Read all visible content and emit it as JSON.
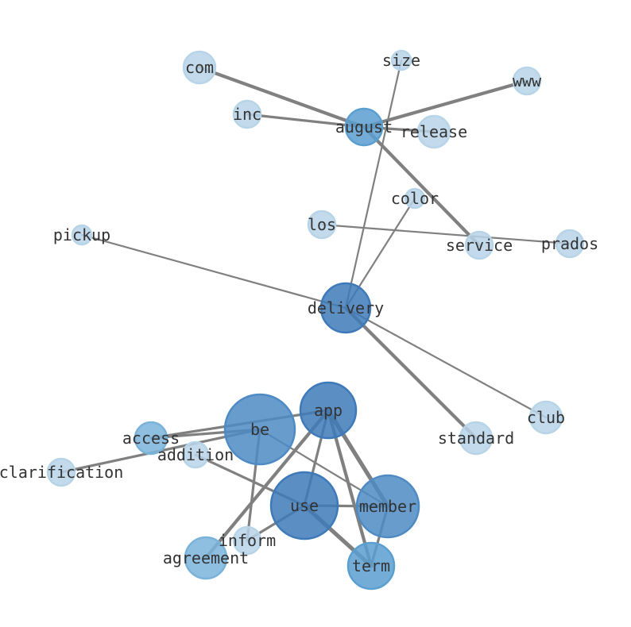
{
  "graph": {
    "nodes": [
      {
        "id": "com",
        "label": "com",
        "fill": "#b7d4e8"
      },
      {
        "id": "size",
        "label": "size",
        "fill": "#b7d4e8"
      },
      {
        "id": "www",
        "label": "www",
        "fill": "#b7d4e8"
      },
      {
        "id": "inc",
        "label": "inc",
        "fill": "#b7d4e8"
      },
      {
        "id": "august",
        "label": "august",
        "fill": "#5b9fd0"
      },
      {
        "id": "release",
        "label": "release",
        "fill": "#b7d4e8"
      },
      {
        "id": "color",
        "label": "color",
        "fill": "#b7d4e8"
      },
      {
        "id": "los",
        "label": "los",
        "fill": "#b7d4e8"
      },
      {
        "id": "pickup",
        "label": "pickup",
        "fill": "#b7d4e8"
      },
      {
        "id": "service",
        "label": "service",
        "fill": "#b7d4e8"
      },
      {
        "id": "prados",
        "label": "prados",
        "fill": "#b7d4e8"
      },
      {
        "id": "delivery",
        "label": "delivery",
        "fill": "#3e7ab9"
      },
      {
        "id": "club",
        "label": "club",
        "fill": "#b7d4e8"
      },
      {
        "id": "standard",
        "label": "standard",
        "fill": "#b7d4e8"
      },
      {
        "id": "app",
        "label": "app",
        "fill": "#3e7ab9"
      },
      {
        "id": "access",
        "label": "access",
        "fill": "#7ab3da"
      },
      {
        "id": "be",
        "label": "be",
        "fill": "#4e8bc4"
      },
      {
        "id": "addition",
        "label": "addition",
        "fill": "#b7d4e8"
      },
      {
        "id": "clarification",
        "label": "clarification",
        "fill": "#b7d4e8"
      },
      {
        "id": "use",
        "label": "use",
        "fill": "#3e7ab9"
      },
      {
        "id": "member",
        "label": "member",
        "fill": "#4e8bc4"
      },
      {
        "id": "inform",
        "label": "inform",
        "fill": "#b7d4e8"
      },
      {
        "id": "agreement",
        "label": "agreement",
        "fill": "#7ab3da"
      },
      {
        "id": "term",
        "label": "term",
        "fill": "#5b9fd0"
      }
    ],
    "edges": [
      {
        "source": "com",
        "target": "august",
        "weight": 3
      },
      {
        "source": "www",
        "target": "august",
        "weight": 3
      },
      {
        "source": "inc",
        "target": "august",
        "weight": 2
      },
      {
        "source": "august",
        "target": "release",
        "weight": 2
      },
      {
        "source": "august",
        "target": "service",
        "weight": 3
      },
      {
        "source": "size",
        "target": "delivery",
        "weight": 1
      },
      {
        "source": "color",
        "target": "delivery",
        "weight": 1
      },
      {
        "source": "los",
        "target": "prados",
        "weight": 1
      },
      {
        "source": "pickup",
        "target": "delivery",
        "weight": 1
      },
      {
        "source": "delivery",
        "target": "club",
        "weight": 1
      },
      {
        "source": "delivery",
        "target": "standard",
        "weight": 3
      },
      {
        "source": "access",
        "target": "be",
        "weight": 2
      },
      {
        "source": "access",
        "target": "app",
        "weight": 2
      },
      {
        "source": "clarification",
        "target": "be",
        "weight": 2
      },
      {
        "source": "addition",
        "target": "use",
        "weight": 2
      },
      {
        "source": "be",
        "target": "inform",
        "weight": 2
      },
      {
        "source": "be",
        "target": "member",
        "weight": 1
      },
      {
        "source": "app",
        "target": "agreement",
        "weight": 3
      },
      {
        "source": "app",
        "target": "use",
        "weight": 2
      },
      {
        "source": "app",
        "target": "member",
        "weight": 4
      },
      {
        "source": "app",
        "target": "term",
        "weight": 3
      },
      {
        "source": "use",
        "target": "member",
        "weight": 2
      },
      {
        "source": "use",
        "target": "term",
        "weight": 4
      },
      {
        "source": "use",
        "target": "inform",
        "weight": 2
      },
      {
        "source": "member",
        "target": "term",
        "weight": 2
      }
    ]
  }
}
